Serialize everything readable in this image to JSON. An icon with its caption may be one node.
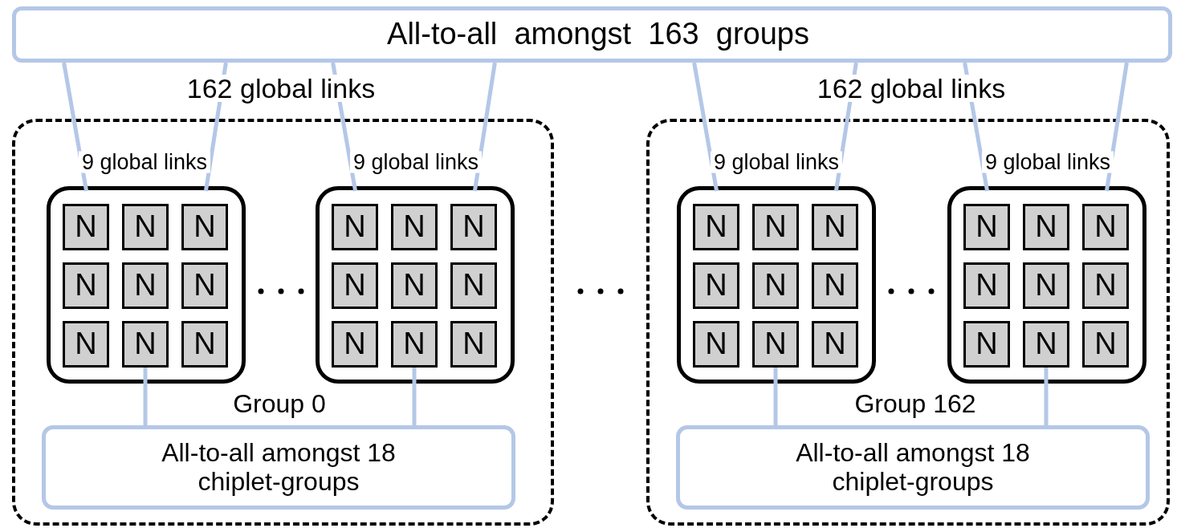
{
  "diagram": {
    "nodes": [
      {
        "text": [
          "All-to-all  amongst  163  groups"
        ]
      },
      {
        "text": [
          "Group 0"
        ]
      },
      {
        "text": [],
        "shape": "box",
        "in": 1
      },
      {
        "text": [
          "N"
        ],
        "in": 2
      },
      {
        "text": [
          "N"
        ],
        "in": 2
      },
      {
        "text": [
          "N"
        ],
        "in": 2
      },
      {
        "text": [
          "N"
        ],
        "in": 2
      },
      {
        "text": [
          "N"
        ],
        "in": 2
      },
      {
        "text": [
          "N"
        ],
        "in": 2
      },
      {
        "text": [
          "N"
        ],
        "in": 2
      },
      {
        "text": [
          "N"
        ],
        "in": 2
      },
      {
        "text": [
          "N"
        ],
        "in": 2
      },
      {
        "text": [],
        "shape": "box",
        "in": 1
      },
      {
        "text": [
          "N"
        ],
        "in": 12
      },
      {
        "text": [
          "N"
        ],
        "in": 12
      },
      {
        "text": [
          "N"
        ],
        "in": 12
      },
      {
        "text": [
          "N"
        ],
        "in": 12
      },
      {
        "text": [
          "N"
        ],
        "in": 12
      },
      {
        "text": [
          "N"
        ],
        "in": 12
      },
      {
        "text": [
          "N"
        ],
        "in": 12
      },
      {
        "text": [
          "N"
        ],
        "in": 12
      },
      {
        "text": [
          "N"
        ],
        "in": 12
      },
      {
        "text": [
          "All-to-all amongst 18 chiplet-groups"
        ],
        "in": 1
      },
      {
        "text": [
          "Group 162"
        ]
      },
      {
        "text": [],
        "shape": "box",
        "in": 23
      },
      {
        "text": [
          "N"
        ],
        "in": 24
      },
      {
        "text": [
          "N"
        ],
        "in": 24
      },
      {
        "text": [
          "N"
        ],
        "in": 24
      },
      {
        "text": [
          "N"
        ],
        "in": 24
      },
      {
        "text": [
          "N"
        ],
        "in": 24
      },
      {
        "text": [
          "N"
        ],
        "in": 24
      },
      {
        "text": [
          "N"
        ],
        "in": 24
      },
      {
        "text": [
          "N"
        ],
        "in": 24
      },
      {
        "text": [
          "N"
        ],
        "in": 24
      },
      {
        "text": [],
        "shape": "box",
        "in": 23
      },
      {
        "text": [
          "N"
        ],
        "in": 34
      },
      {
        "text": [
          "N"
        ],
        "in": 34
      },
      {
        "text": [
          "N"
        ],
        "in": 34
      },
      {
        "text": [
          "N"
        ],
        "in": 34
      },
      {
        "text": [
          "N"
        ],
        "in": 34
      },
      {
        "text": [
          "N"
        ],
        "in": 34
      },
      {
        "text": [
          "N"
        ],
        "in": 34
      },
      {
        "text": [
          "N"
        ],
        "in": 34
      },
      {
        "text": [
          "N"
        ],
        "in": 34
      },
      {
        "text": [
          "All-to-all amongst 18 chiplet-groups"
        ],
        "in": 23
      }
    ],
    "edges": [
      {
        "from": 0,
        "to": 2,
        "arrow": "none"
      },
      {
        "from": 0,
        "to": 2,
        "arrow": "none"
      },
      {
        "from": 0,
        "to": 12,
        "arrow": "none"
      },
      {
        "from": 0,
        "to": 12,
        "arrow": "none"
      },
      {
        "from": 0,
        "to": 24,
        "arrow": "none"
      },
      {
        "from": 0,
        "to": 24,
        "arrow": "none"
      },
      {
        "from": 0,
        "to": 34,
        "arrow": "none"
      },
      {
        "from": 0,
        "to": 34,
        "arrow": "none"
      },
      {
        "from": 10,
        "to": 22,
        "arrow": "none"
      },
      {
        "from": 20,
        "to": 22,
        "arrow": "none"
      },
      {
        "from": 32,
        "to": 44,
        "arrow": "none"
      },
      {
        "from": 42,
        "to": 44,
        "arrow": "none"
      }
    ],
    "labels": [
      "162 global links",
      "162 global links",
      "9 global links",
      "9 global links",
      "9 global links",
      "9 global links"
    ]
  }
}
